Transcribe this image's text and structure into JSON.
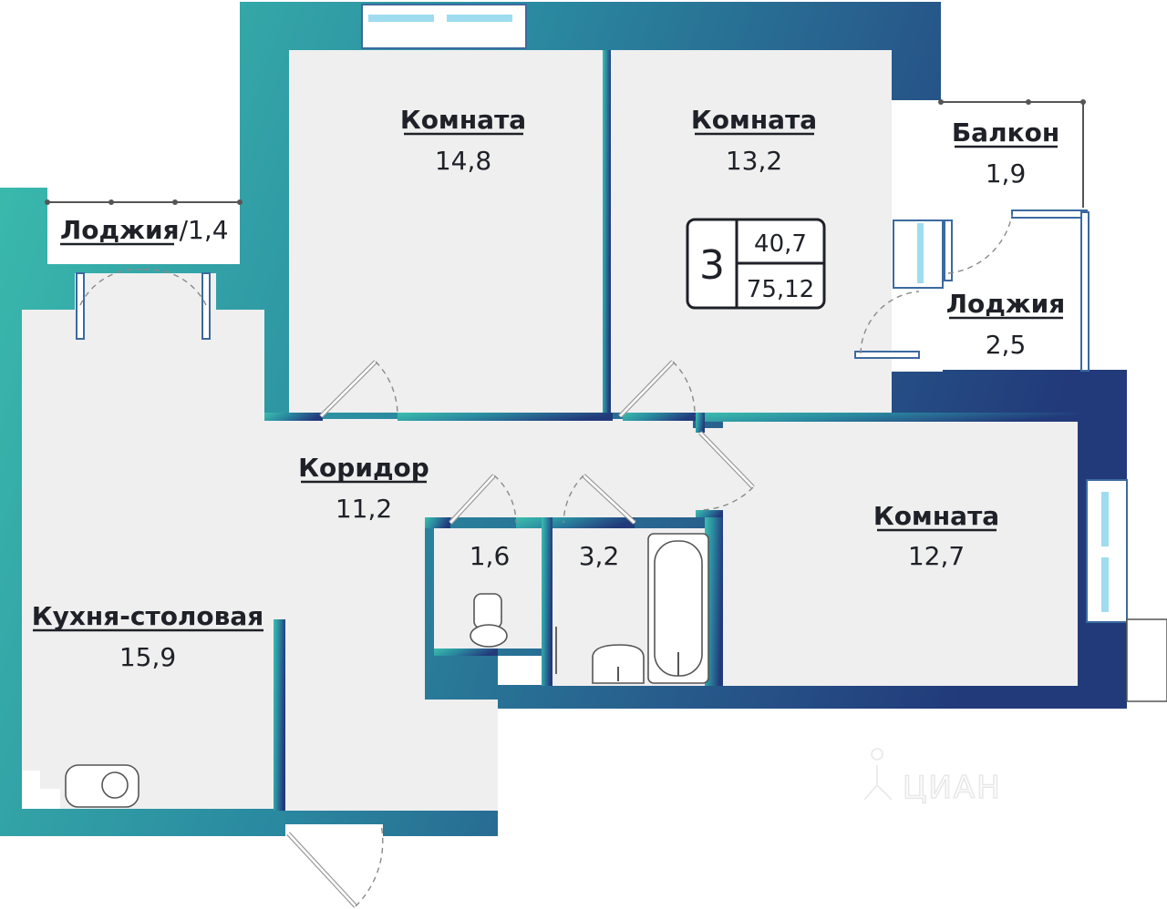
{
  "rooms": {
    "room1": {
      "label": "Комната",
      "area": "14,8"
    },
    "room2": {
      "label": "Комната",
      "area": "13,2"
    },
    "room3": {
      "label": "Комната",
      "area": "12,7"
    },
    "balcony": {
      "label": "Балкон",
      "area": "1,9"
    },
    "loggia_right": {
      "label": "Лоджия",
      "area": "2,5"
    },
    "loggia_left": {
      "label": "Лоджия",
      "area": "/1,4"
    },
    "corridor": {
      "label": "Коридор",
      "area": "11,2"
    },
    "kitchen": {
      "label": "Кухня-столовая",
      "area": "15,9"
    },
    "toilet": {
      "area": "1,6"
    },
    "bathroom": {
      "area": "3,2"
    }
  },
  "badge": {
    "rooms_count": "3",
    "living_area": "40,7",
    "total_area": "75,12"
  },
  "watermark": {
    "text": "ЦИАН"
  },
  "colors": {
    "wall_gradient_start": "#3cbfae",
    "wall_gradient_mid": "#2a8aa0",
    "wall_gradient_end": "#223a7a",
    "floor": "#efefef",
    "window_glass": "#9fdcf0"
  },
  "icons": [
    "toilet-icon",
    "sink-icon",
    "bathtub-icon",
    "kitchen-sink-icon",
    "watermark-person-icon"
  ]
}
